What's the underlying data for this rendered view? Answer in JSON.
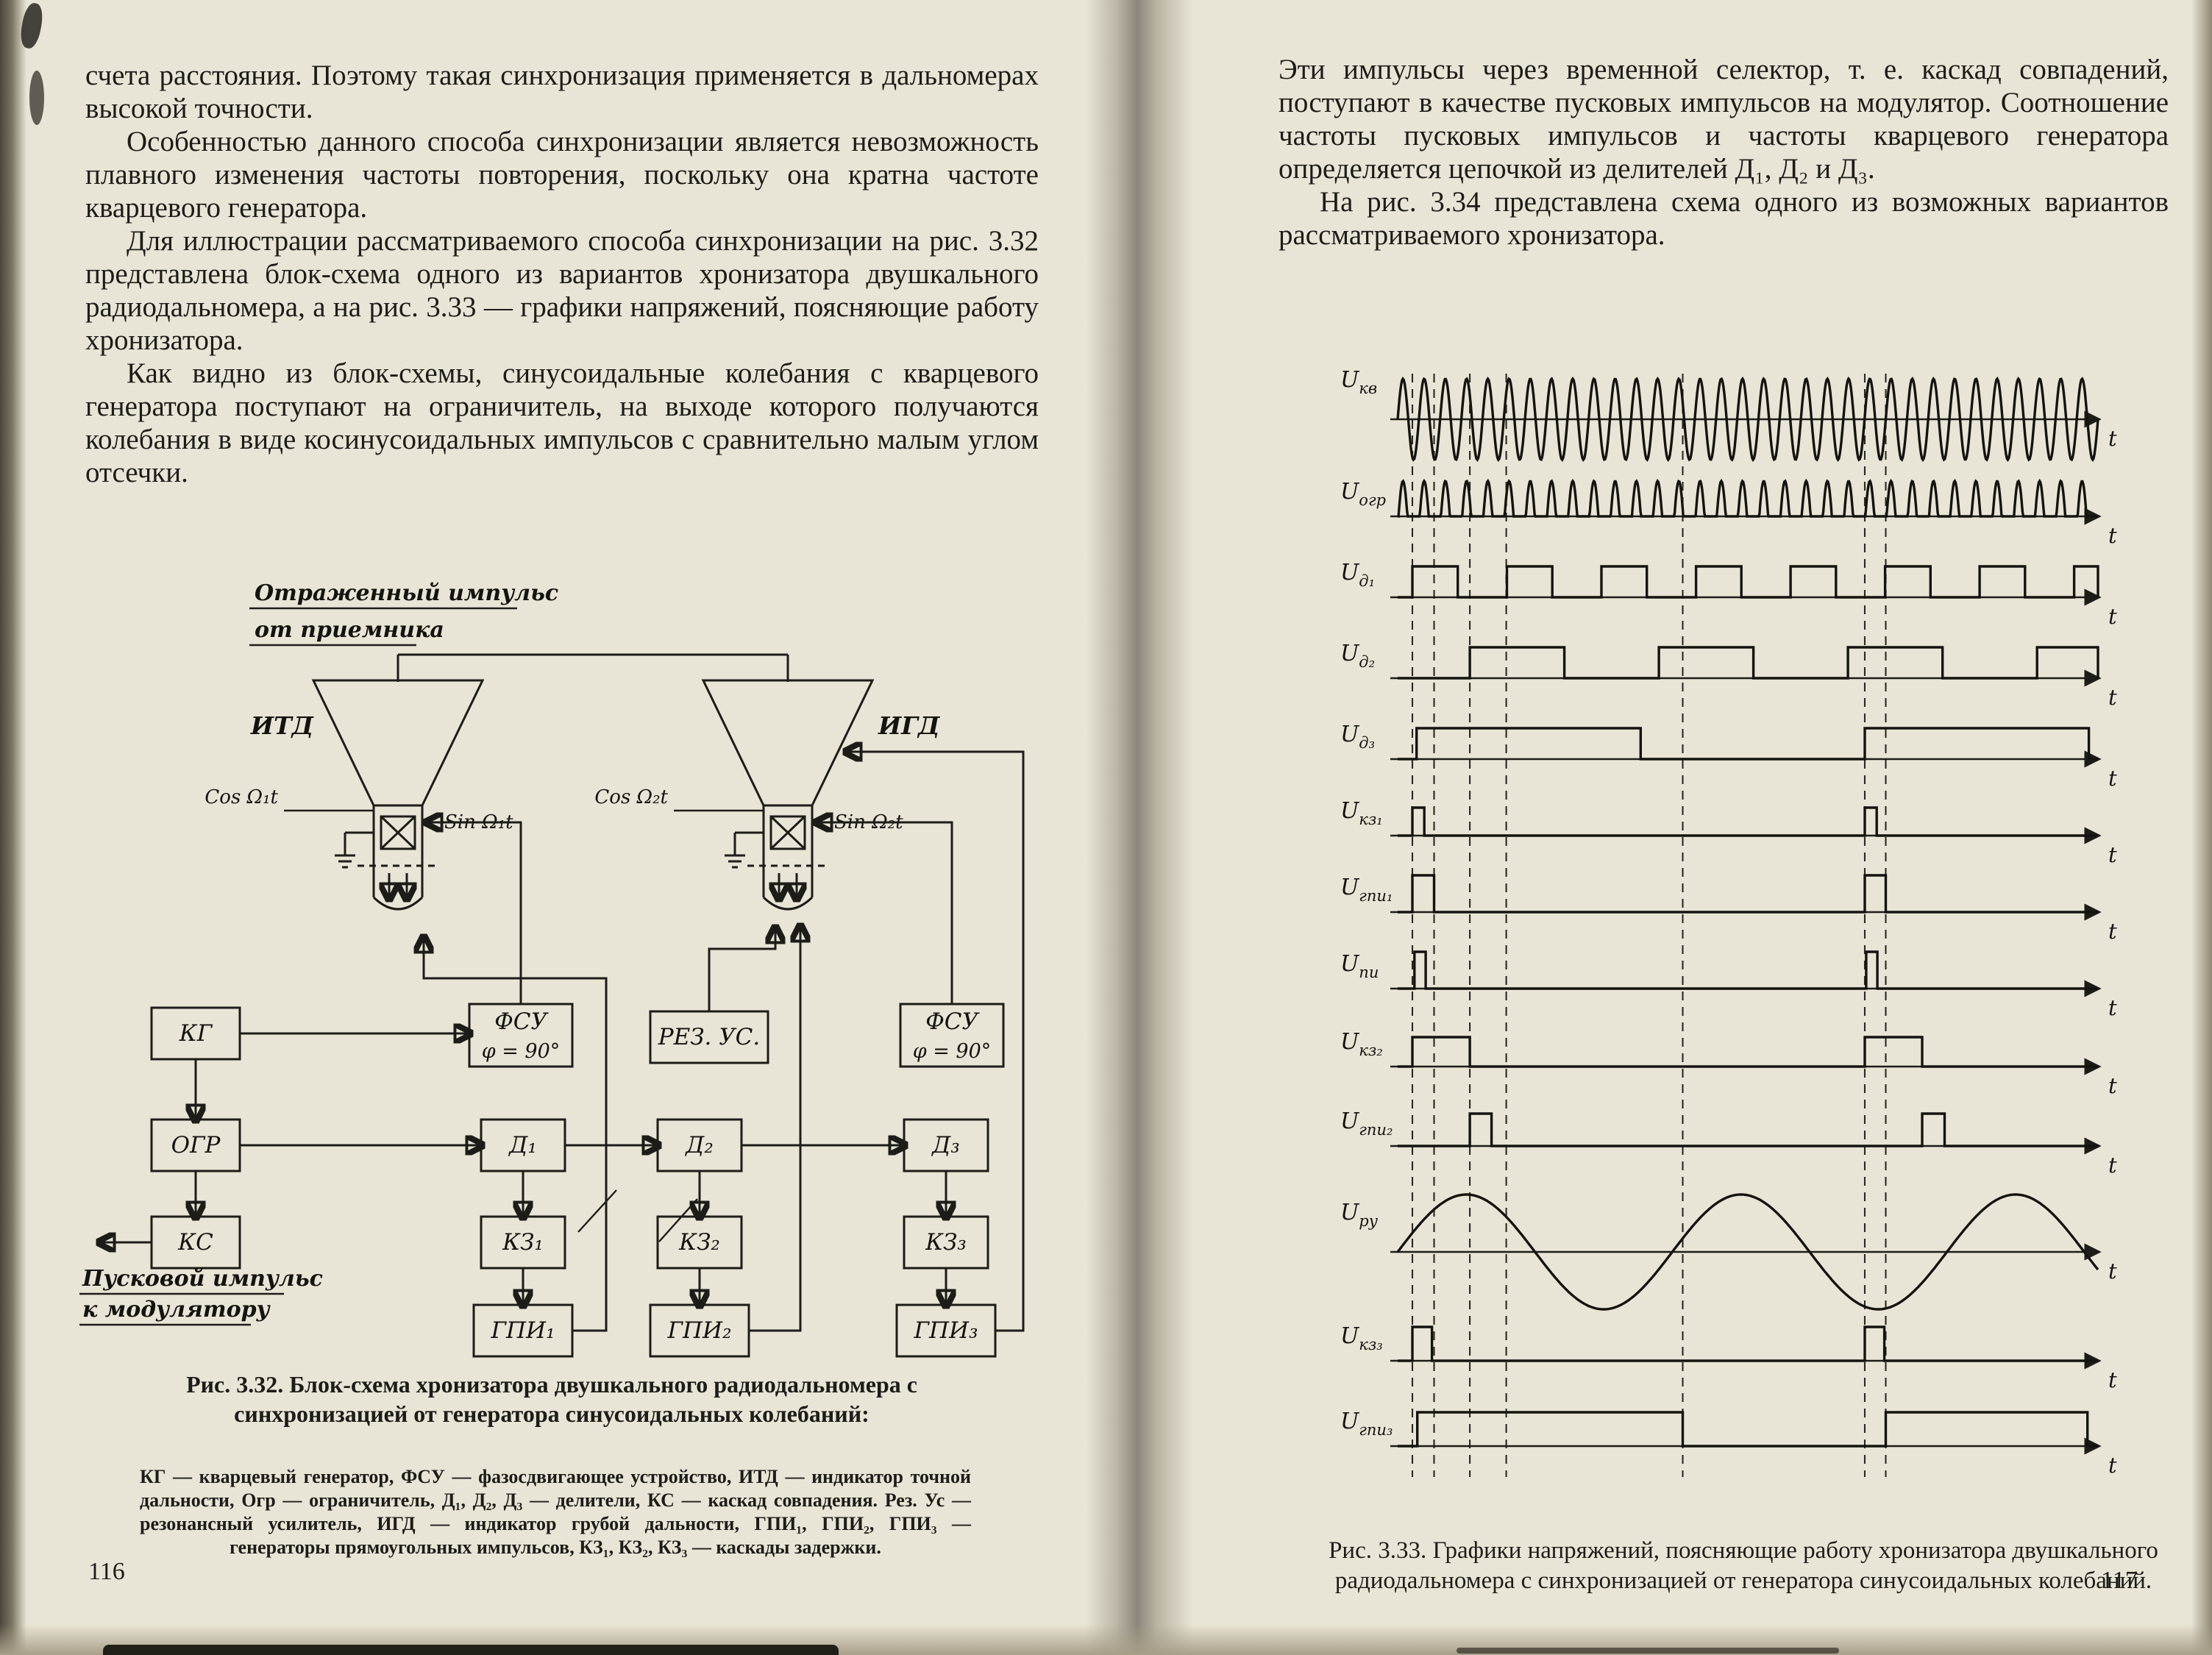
{
  "left_page": {
    "paragraphs": [
      "счета расстояния. Поэтому такая синхронизация применяется в дальномерах высокой точности.",
      "Особенностью данного способа синхронизации является невозможность плавного изменения частоты повторения, поскольку она кратна частоте кварцевого генератора.",
      "Для иллюстрации рассматриваемого способа синхронизации на рис. 3.32 представлена блок-схема одного из вариантов хронизатора двушкального радиодальномера, а на рис. 3.33 — графики напряжений, поясняющие работу хронизатора.",
      "Как видно из блок-схемы, синусоидальные колебания с кварцевого генератора поступают на ограничитель, на выходе которого получаются колебания в виде косинусоидальных импульсов с сравнительно малым углом отсечки."
    ],
    "figure": {
      "reflected_label_1": "Отраженный импульс",
      "reflected_label_2": "от приемника",
      "tube_left_label": "ИТД",
      "tube_right_label": "ИГД",
      "cos1": "Cos Ω₁t",
      "sin1": "Sin Ω₁t",
      "cos2": "Cos Ω₂t",
      "sin2": "Sin Ω₂t",
      "kg": "КГ",
      "fsu": "ФСУ",
      "fsu_phase": "φ = 90°",
      "rez_us": "РЕЗ. УС.",
      "ogr": "ОГР",
      "d1": "Д₁",
      "d2": "Д₂",
      "d3": "Д₃",
      "ks": "КС",
      "kz1": "КЗ₁",
      "kz2": "КЗ₂",
      "kz3": "КЗ₃",
      "gpi1": "ГПИ₁",
      "gpi2": "ГПИ₂",
      "gpi3": "ГПИ₃",
      "start_pulse_1": "Пусковой импульс",
      "start_pulse_2": "к модулятору"
    },
    "caption": "Рис. 3.32. Блок-схема хронизатора двушкального радиодальномера с синхронизацией от генератора синусоидальных колебаний:",
    "legend": "КГ — кварцевый генератор, ФСУ — фазосдвигающее устройство, ИТД — индикатор точной дальности, Огр — ограничитель, Д₁, Д₂, Д₃ — делители, КС — каскад совпадения. Рез. Ус — резонансный усилитель, ИГД — индикатор грубой дальности, ГПИ₁, ГПИ₂, ГПИ₃ — генераторы прямоугольных импульсов, КЗ₁, КЗ₂, КЗ₃ — каскады задержки.",
    "page_number": "116"
  },
  "right_page": {
    "paragraphs": [
      "Эти импульсы через временной селектор, т. е. каскад совпадений, поступают в качестве пусковых импульсов на модулятор. Соотношение частоты пусковых импульсов и частоты кварцевого генератора определяется цепочкой из делителей Д₁, Д₂ и Д₃.",
      "На рис. 3.34 представлена схема одного из возможных вариантов рассматриваемого хронизатора."
    ],
    "figure": {
      "t_label": "t",
      "dashed_lines": [
        0.021,
        0.052,
        0.103,
        0.155,
        0.407,
        0.667,
        0.697
      ],
      "waveforms": [
        {
          "label_main": "U",
          "label_sub": "кв",
          "type": "sine",
          "cycles": 33,
          "amp": 55
        },
        {
          "label_main": "U",
          "label_sub": "огр",
          "type": "humps",
          "cycles": 33,
          "amp": 48
        },
        {
          "label_main": "U",
          "label_sub": "д₁",
          "type": "train",
          "period": 0.135,
          "duty": 0.48,
          "phase": 0.021,
          "amp": 42
        },
        {
          "label_main": "U",
          "label_sub": "д₂",
          "type": "train",
          "period": 0.27,
          "duty": 0.5,
          "phase": 0.103,
          "amp": 42
        },
        {
          "label_main": "U",
          "label_sub": "д₃",
          "type": "train",
          "period": 0.64,
          "duty": 0.5,
          "phase": 0.027,
          "amp": 42
        },
        {
          "label_main": "U",
          "label_sub": "кз₁",
          "type": "pulses",
          "pulses": [
            [
              0.021,
              0.038
            ],
            [
              0.667,
              0.684
            ]
          ],
          "amp": 38
        },
        {
          "label_main": "U",
          "label_sub": "гпи₁",
          "type": "pulses",
          "pulses": [
            [
              0.021,
              0.052
            ],
            [
              0.667,
              0.697
            ]
          ],
          "amp": 50
        },
        {
          "label_main": "U",
          "label_sub": "пи",
          "type": "pulses",
          "pulses": [
            [
              0.024,
              0.04
            ],
            [
              0.669,
              0.685
            ]
          ],
          "amp": 50
        },
        {
          "label_main": "U",
          "label_sub": "кз₂",
          "type": "pulses",
          "pulses": [
            [
              0.021,
              0.103
            ],
            [
              0.667,
              0.749
            ]
          ],
          "amp": 40
        },
        {
          "label_main": "U",
          "label_sub": "гпи₂",
          "type": "pulses",
          "pulses": [
            [
              0.103,
              0.134
            ],
            [
              0.749,
              0.781
            ]
          ],
          "amp": 44
        },
        {
          "label_main": "U",
          "label_sub": "ру",
          "type": "sine",
          "cycles": 2.55,
          "amp": 78
        },
        {
          "label_main": "U",
          "label_sub": "кз₃",
          "type": "pulses",
          "pulses": [
            [
              0.021,
              0.049
            ],
            [
              0.667,
              0.695
            ]
          ],
          "amp": 46
        },
        {
          "label_main": "U",
          "label_sub": "гпи₃",
          "type": "pulses",
          "pulses": [
            [
              0.028,
              0.407
            ],
            [
              0.697,
              0.985
            ]
          ],
          "amp": 46
        }
      ]
    },
    "caption": "Рис. 3.33. Графики напряжений, поясняющие работу хронизатора двушкального радиодальномера с синхронизацией от генератора синусоидальных колебаний.",
    "page_number": "117"
  }
}
